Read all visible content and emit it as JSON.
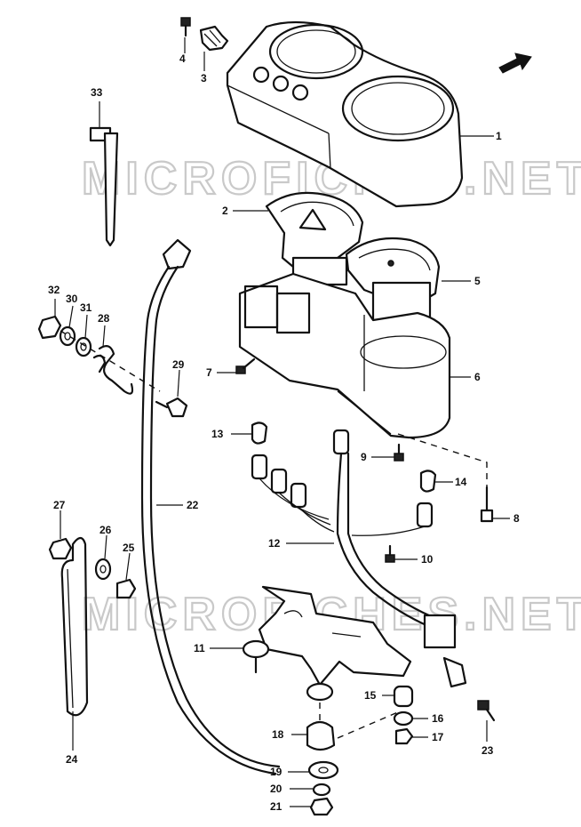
{
  "watermark": "MICROFICHES.NET",
  "callouts": {
    "c1": "1",
    "c2": "2",
    "c3": "3",
    "c4": "4",
    "c5": "5",
    "c6": "6",
    "c7": "7",
    "c8": "8",
    "c9": "9",
    "c10": "10",
    "c11": "11",
    "c12": "12",
    "c13": "13",
    "c14": "14",
    "c15": "15",
    "c16": "16",
    "c17": "17",
    "c18": "18",
    "c19": "19",
    "c20": "20",
    "c21": "21",
    "c22": "22",
    "c23": "23",
    "c24": "24",
    "c25": "25",
    "c26": "26",
    "c27": "27",
    "c28": "28",
    "c29": "29",
    "c30": "30",
    "c31": "31",
    "c32": "32",
    "c33": "33"
  },
  "icons": {
    "front_marker": "front-arrow-icon"
  }
}
